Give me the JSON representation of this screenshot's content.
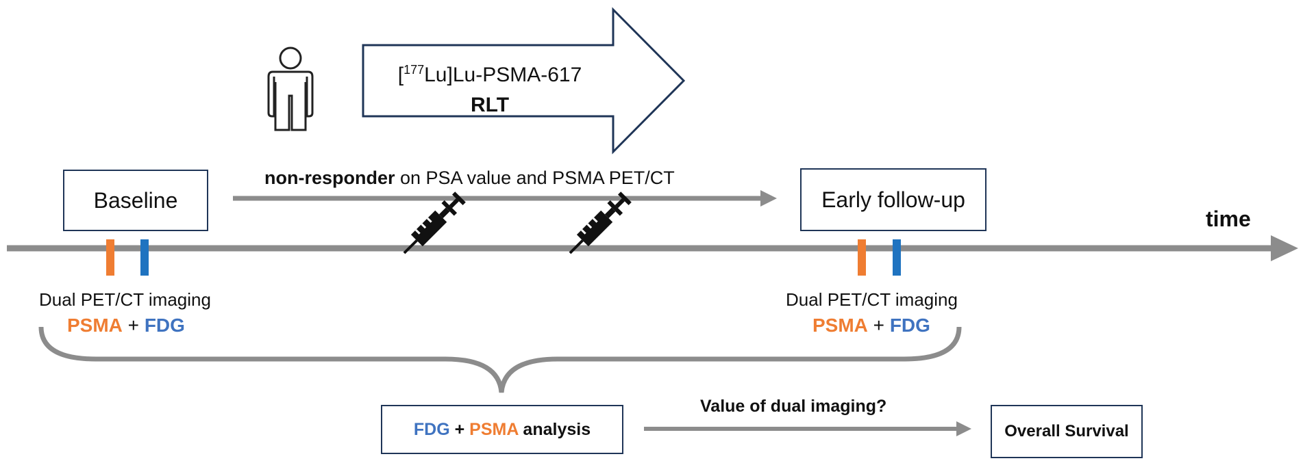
{
  "therapy": {
    "isotope_open": "[",
    "isotope_mass": "177",
    "isotope_rest": "Lu]Lu-PSMA-617",
    "label": "RLT"
  },
  "timeline": {
    "time_label": "time",
    "baseline_label": "Baseline",
    "followup_label": "Early follow-up",
    "responder_bold": "non-responder",
    "responder_rest": " on PSA value and PSMA PET/CT"
  },
  "imaging": {
    "caption": "Dual PET/CT imaging",
    "tracer_psma": "PSMA",
    "plus": " + ",
    "tracer_fdg": "FDG"
  },
  "analysis": {
    "fdg": "FDG",
    "plus": " + ",
    "psma": "PSMA",
    "rest": " analysis",
    "question": "Value of dual imaging?",
    "outcome": "Overall Survival"
  },
  "colors": {
    "psma": "#ef7d32",
    "fdg": "#1f73c0",
    "arrow_gray": "#8c8c8c",
    "box_border": "#1f3557"
  }
}
